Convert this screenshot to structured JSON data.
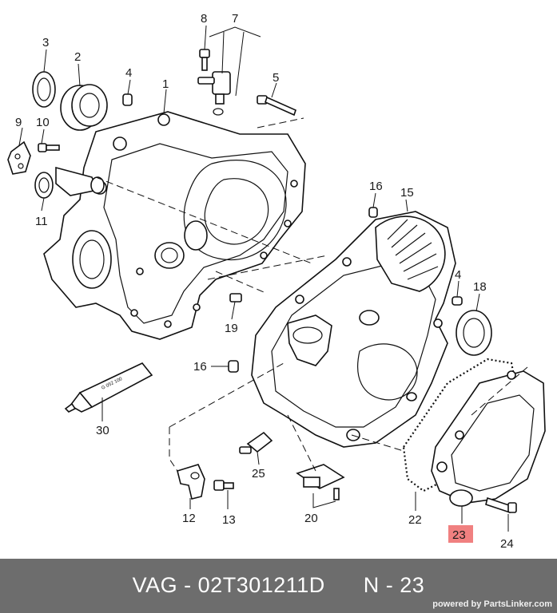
{
  "diagram": {
    "callouts": [
      "1",
      "2",
      "3",
      "4",
      "4",
      "5",
      "7",
      "8",
      "9",
      "10",
      "11",
      "12",
      "13",
      "15",
      "16",
      "16",
      "18",
      "19",
      "20",
      "22",
      "23",
      "24",
      "25",
      "30"
    ],
    "highlight": {
      "label": "23",
      "color": "#f08080"
    },
    "tube_label": "G 052 100"
  },
  "footer": {
    "title": "VAG - 02T301211D      N - 23",
    "credit": "powered by PartsLinker.com"
  },
  "colors": {
    "footer_bg": "#6d6d6d",
    "highlight": "#f08080"
  }
}
